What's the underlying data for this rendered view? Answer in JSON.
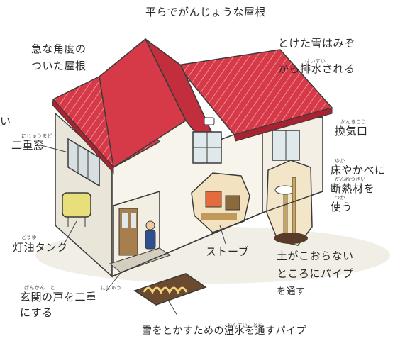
{
  "labels": {
    "roof_flat": "平らでがんじょうな屋根",
    "roof_steep_1": "急な角度の",
    "roof_steep_2": "ついた屋根",
    "snow_drain_1": "とけた雪はみぞ",
    "snow_drain_2": "から排水される",
    "vent": "換気口",
    "double_window": "二重窓",
    "insulation_1": "床やかべに",
    "insulation_2": "断熱材を",
    "insulation_3": "使う",
    "kerosene_tank": "灯油タンク",
    "stove": "ストーブ",
    "pipe_1": "土がこおらない",
    "pipe_2": "ところにパイプ",
    "pipe_3": "を通す",
    "entry_door_1": "玄関の戸を二重",
    "entry_door_2": "にする",
    "snow_melt_pipe": "雪をとかすための温水を通すパイプ",
    "edge_char": "い"
  },
  "furigana": {
    "double_window": "にじゅうまど",
    "snow_drain": "はいすい",
    "vent": "かんきこう",
    "insulation_floor": "ゆか",
    "insulation_mat": "だんねつざい",
    "insulation_use": "つか",
    "kerosene": "とうゆ",
    "entry": "げんかん　と",
    "entry_double": "にじゅう",
    "hot_water": "おんすい　とお"
  },
  "colors": {
    "roof": "#d63a48",
    "roof_dark": "#b82a37",
    "roof_stripe": "#e8828b",
    "wall": "#f6f3ea",
    "wall_shade": "#e4e0d4",
    "outline": "#3a3a3a",
    "bubble_fill": "#f5e6c2",
    "tank": "#e9df7a",
    "pipe": "#c9a45e"
  }
}
